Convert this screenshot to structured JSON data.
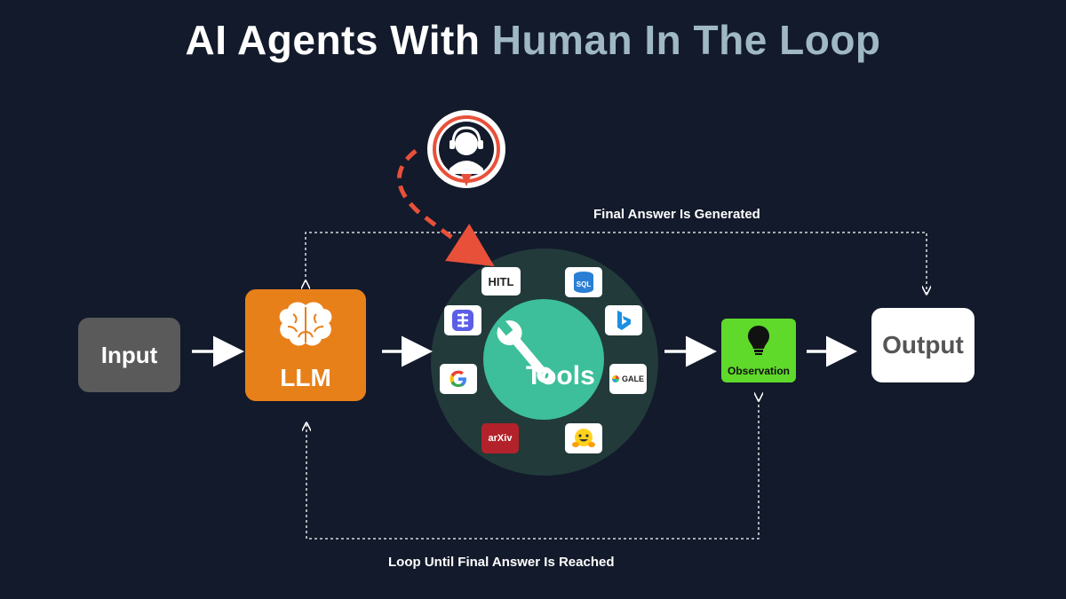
{
  "title": {
    "part1": "AI Agents With",
    "part2": "Human In The Loop"
  },
  "nodes": {
    "input": "Input",
    "llm": "LLM",
    "tools": "Tools",
    "observation": "Observation",
    "output": "Output"
  },
  "tools": {
    "hitl": "HITL",
    "sql": "SQL",
    "gale": "GALE",
    "arxiv": "arXiv",
    "icons": [
      "hitl",
      "sql-database-icon",
      "bing-icon",
      "gale-icon",
      "hugging-face-icon",
      "arxiv-icon",
      "google-icon",
      "stack-icon"
    ]
  },
  "labels": {
    "final_answer": "Final Answer  Is Generated",
    "loop": "Loop Until Final Answer Is Reached"
  },
  "colors": {
    "background": "#121a2b",
    "llm": "#e8801a",
    "observation": "#5fd92a",
    "tools_inner": "#3cbf9a",
    "tools_outer": "#223a3a",
    "human_arrow": "#e8503a"
  }
}
